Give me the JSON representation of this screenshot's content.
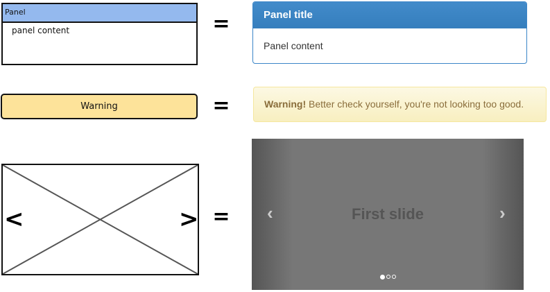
{
  "sketch_panel": {
    "title": "Panel",
    "content": "panel content"
  },
  "sketch_warning": {
    "label": "Warning"
  },
  "equals": "=",
  "panel": {
    "title": "Panel title",
    "content": "Panel content",
    "color": "#3a85c8"
  },
  "alert": {
    "strong": "Warning!",
    "text": " Better check yourself, you're not looking too good."
  },
  "carousel": {
    "caption": "First slide",
    "prev": "‹",
    "next": "›",
    "indicators": 3,
    "active": 0
  },
  "sketch_carousel": {
    "prev": "<",
    "next": ">"
  }
}
